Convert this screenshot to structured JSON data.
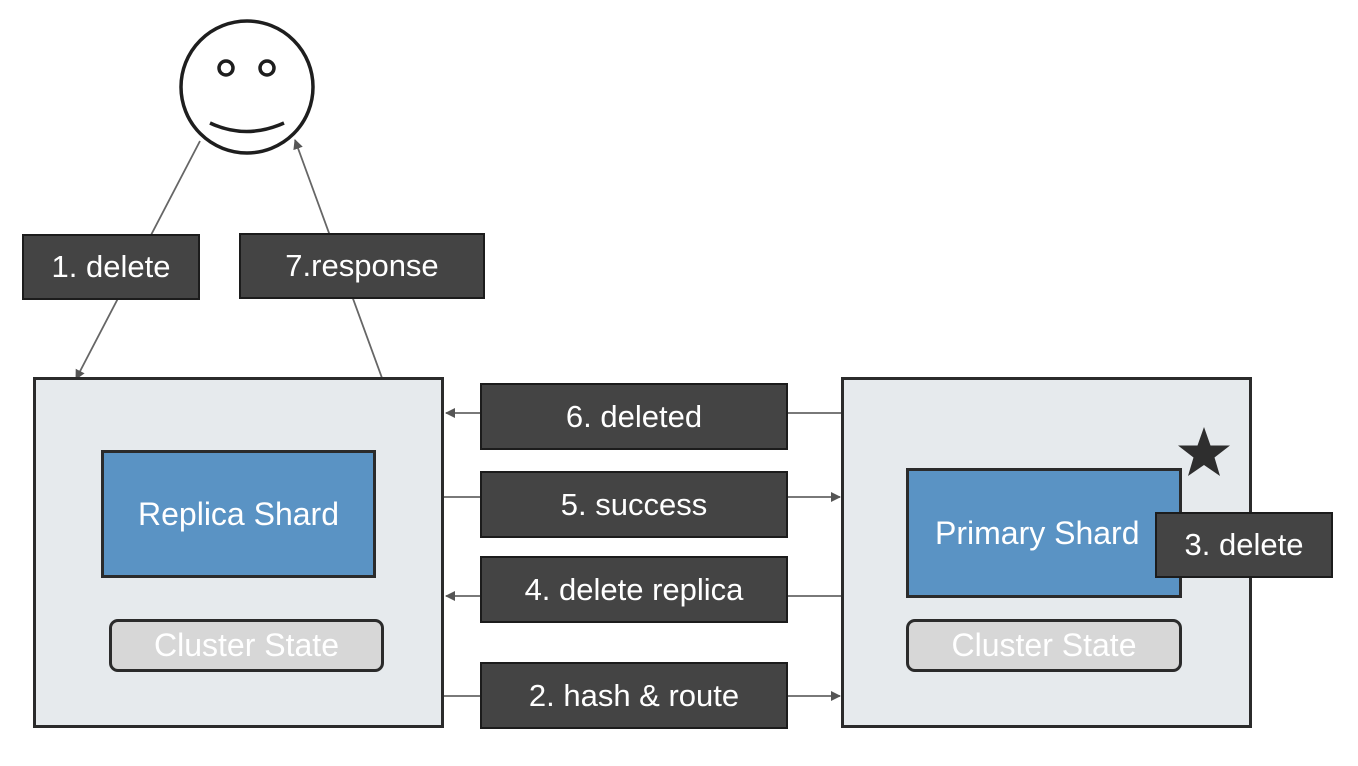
{
  "user": {
    "icon": "smiley-face-icon"
  },
  "steps": {
    "step1": "1. delete",
    "step2": "2. hash & route",
    "step3": "3. delete",
    "step4": "4. delete replica",
    "step5": "5. success",
    "step6": "6. deleted",
    "step7": "7.response"
  },
  "replica_node": {
    "shard_label": "Replica Shard",
    "cluster_state_label": "Cluster State"
  },
  "primary_node": {
    "shard_label": "Primary Shard",
    "cluster_state_label": "Cluster State",
    "marker_icon": "star-icon"
  },
  "colors": {
    "label_bg": "#444444",
    "shard_bg": "#5a93c4",
    "node_bg": "#e6eaed",
    "cluster_state_bg": "#d7d7d7"
  }
}
